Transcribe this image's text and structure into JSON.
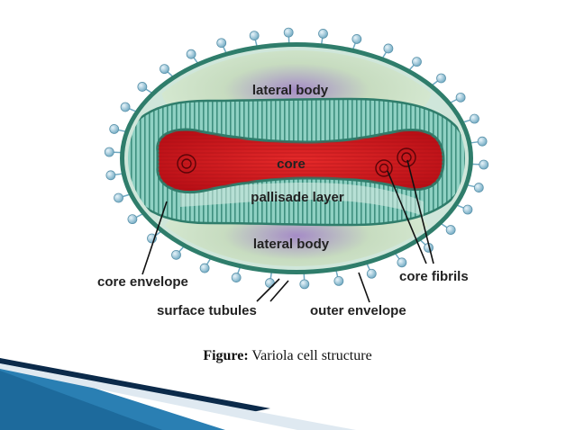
{
  "labels": {
    "lateral_body_top": "lateral body",
    "core": "core",
    "pallisade_layer": "pallisade layer",
    "lateral_body_bottom": "lateral body",
    "core_envelope": "core envelope",
    "core_fibrils": "core fibrils",
    "surface_tubules": "surface tubules",
    "outer_envelope": "outer envelope"
  },
  "caption": {
    "prefix": "Figure:",
    "text": "Variola cell structure"
  },
  "colors": {
    "core": "#d4161c",
    "pallisade": "#7fc7b8",
    "lateral_body": "#b8d9b0",
    "lateral_body_purple": "#9a7ac0",
    "outer_envelope": "#2f7d6b",
    "surface_tubule": "#8fc3d6",
    "accent_dark_blue": "#0b2a4a",
    "accent_blue": "#2a7fb3"
  }
}
